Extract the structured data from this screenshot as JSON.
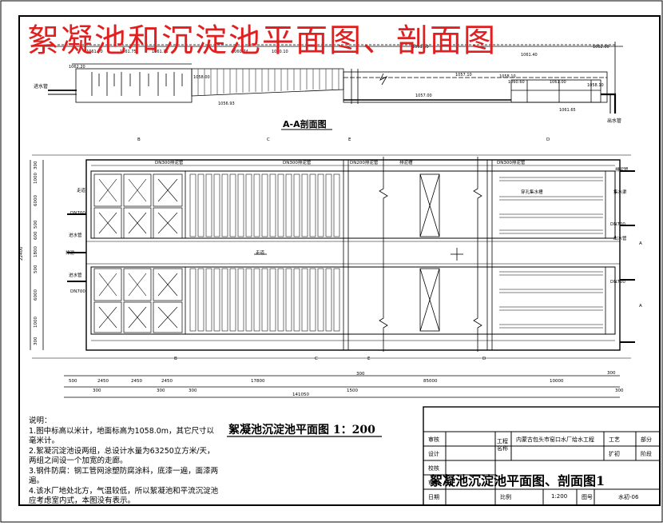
{
  "drawing": {
    "title": "絮凝池和沉淀池平面图、剖面图",
    "section_title": "A-A剖面图",
    "plan_title": "絮凝池沉淀池平面图 1：200"
  },
  "section_labels": {
    "inlet_pipe": "进水管",
    "outlet_pipe": "出水管",
    "elevations": [
      "1061.70",
      "1061.75",
      "1061.75",
      "1060.74",
      "1060.10",
      "1056.93",
      "1058.00",
      "1057.00",
      "1057.10",
      "1058.10",
      "1061.50",
      "1061.40",
      "1060.60",
      "1061.00",
      "1058.10",
      "1062.00",
      "1061.65",
      "1062.20"
    ]
  },
  "plan_labels": {
    "sludge_pipe_top": "DN300排泥管",
    "sludge_pipe_mid": "DN300排泥管",
    "sludge_pipe_right": "DN200排泥管",
    "sludge_channel": "排泥槽",
    "sludge_pipe_far": "DN300排泥管",
    "sludge_pipe_side": "排泥管",
    "collect_channel": "穿孔集水槽",
    "collect_trough": "集水渠",
    "walkway": "走道",
    "walkway_left": "走道",
    "inlet": "进水管",
    "inlet_lower": "进水管",
    "outlet": "出水管",
    "dn_left": "DN700",
    "dn_right": "DN700",
    "dn_left_lower": "DN700",
    "dn_right_lower": "DN700",
    "sludge_left": "排泥",
    "section_marks": [
      "B",
      "C",
      "E",
      "D",
      "A",
      "A"
    ]
  },
  "dimensions": {
    "total_width": "22400",
    "total_length": "141050",
    "bottom_row": [
      "500",
      "2450",
      "2450",
      "2450",
      "17800",
      "300",
      "85000",
      "10000",
      "300"
    ],
    "bottom_row2": [
      "300",
      "300",
      "300",
      "1500",
      "300"
    ],
    "left_vertical": [
      "300",
      "1000",
      "6000",
      "500",
      "600",
      "1800",
      "500",
      "6000",
      "1000",
      "300"
    ]
  },
  "notes": {
    "heading": "说明：",
    "lines": [
      "1.图中标高以米计，地面标高为1058.0m，其它尺寸以毫米计。",
      "2.絮凝沉淀池设两组，总设计水量为63250立方米/天，两组之间设一个加宽的走廊。",
      "3.钢件防腐：钢工管网涂塑防腐涂料，底漆一遍，面漆两遍。",
      "4.该水厂地处北方，气温较低，所以絮凝池和平流沉淀池应考虑室内式，本图没有表示。"
    ]
  },
  "title_block": {
    "drawing_name": "絮凝池沉淀池平面图、剖面图1",
    "labels": [
      "审核",
      "设计",
      "校核",
      "审定",
      "日期"
    ],
    "project_label": "工程名称",
    "project_name": "内蒙古包头市窑口水厂给水工程",
    "craft": "工艺",
    "part": "部分",
    "design_stage": "扩初",
    "stage_label": "阶段",
    "scale_label": "比例",
    "scale": "1:200",
    "number_label": "图号",
    "number": "水初-06"
  }
}
